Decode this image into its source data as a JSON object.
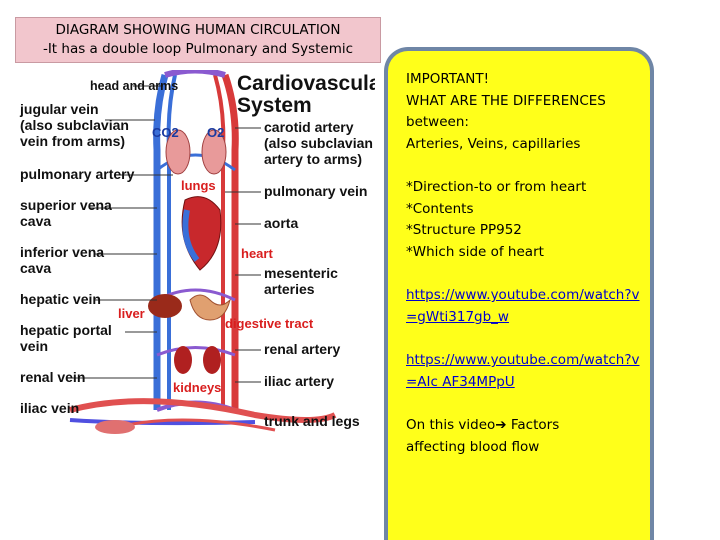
{
  "title": {
    "line1": "DIAGRAM SHOWING HUMAN CIRCULATION",
    "line2": "-It has a double loop Pulmonary and Systemic"
  },
  "diagram": {
    "heading1": "Cardiovascular",
    "heading2": "System",
    "left_labels": [
      "head and arms",
      "jugular vein",
      "(also subclavian",
      "vein from arms)",
      "pulmonary artery",
      "superior vena",
      "cava",
      "inferior vena",
      "cava",
      "hepatic vein",
      "hepatic portal",
      "vein",
      "renal vein",
      "iliac vein"
    ],
    "right_labels": [
      "carotid artery",
      "(also subclavian",
      "artery to arms)",
      "pulmonary vein",
      "aorta",
      "mesenteric",
      "arteries",
      "renal artery",
      "iliac artery",
      "trunk and legs"
    ],
    "organ_labels": [
      "CO2",
      "O2",
      "lungs",
      "heart",
      "liver",
      "digestive tract",
      "kidneys"
    ]
  },
  "notes": {
    "important": "IMPORTANT!\nWHAT ARE THE DIFFERENCES\nbetween:\nArteries, Veins, capillaries",
    "list": "*Direction-to or from heart\n*Contents\n*Structure   PP952\n*Which side of heart",
    "link1": "https://www.youtube.com/watch?v=gWti317gb_w",
    "link2": "https://www.youtube.com/watch?v=AIc AF34MPpU",
    "video_prefix": "On this video",
    "video_suffix": " Factors",
    "video_line2": "affecting blood flow"
  }
}
